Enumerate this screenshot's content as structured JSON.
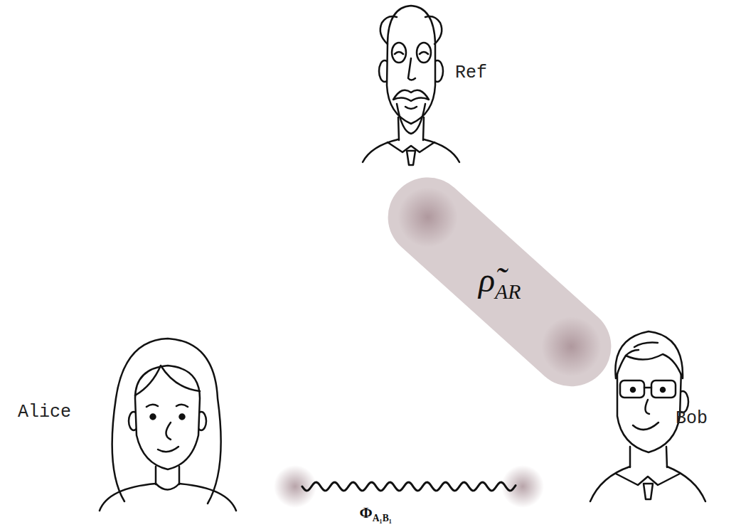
{
  "diagram": {
    "nodes": [
      {
        "text": [
          "Ref"
        ]
      },
      {
        "text": [
          "Alice"
        ]
      },
      {
        "text": [
          "Bob"
        ]
      }
    ],
    "edges": [
      {
        "from": 0,
        "to": 2,
        "arrow": "none",
        "label": "ρ̃AR"
      },
      {
        "from": 1,
        "to": 2,
        "arrow": "none",
        "label": "ΦA₁B₁"
      }
    ]
  }
}
